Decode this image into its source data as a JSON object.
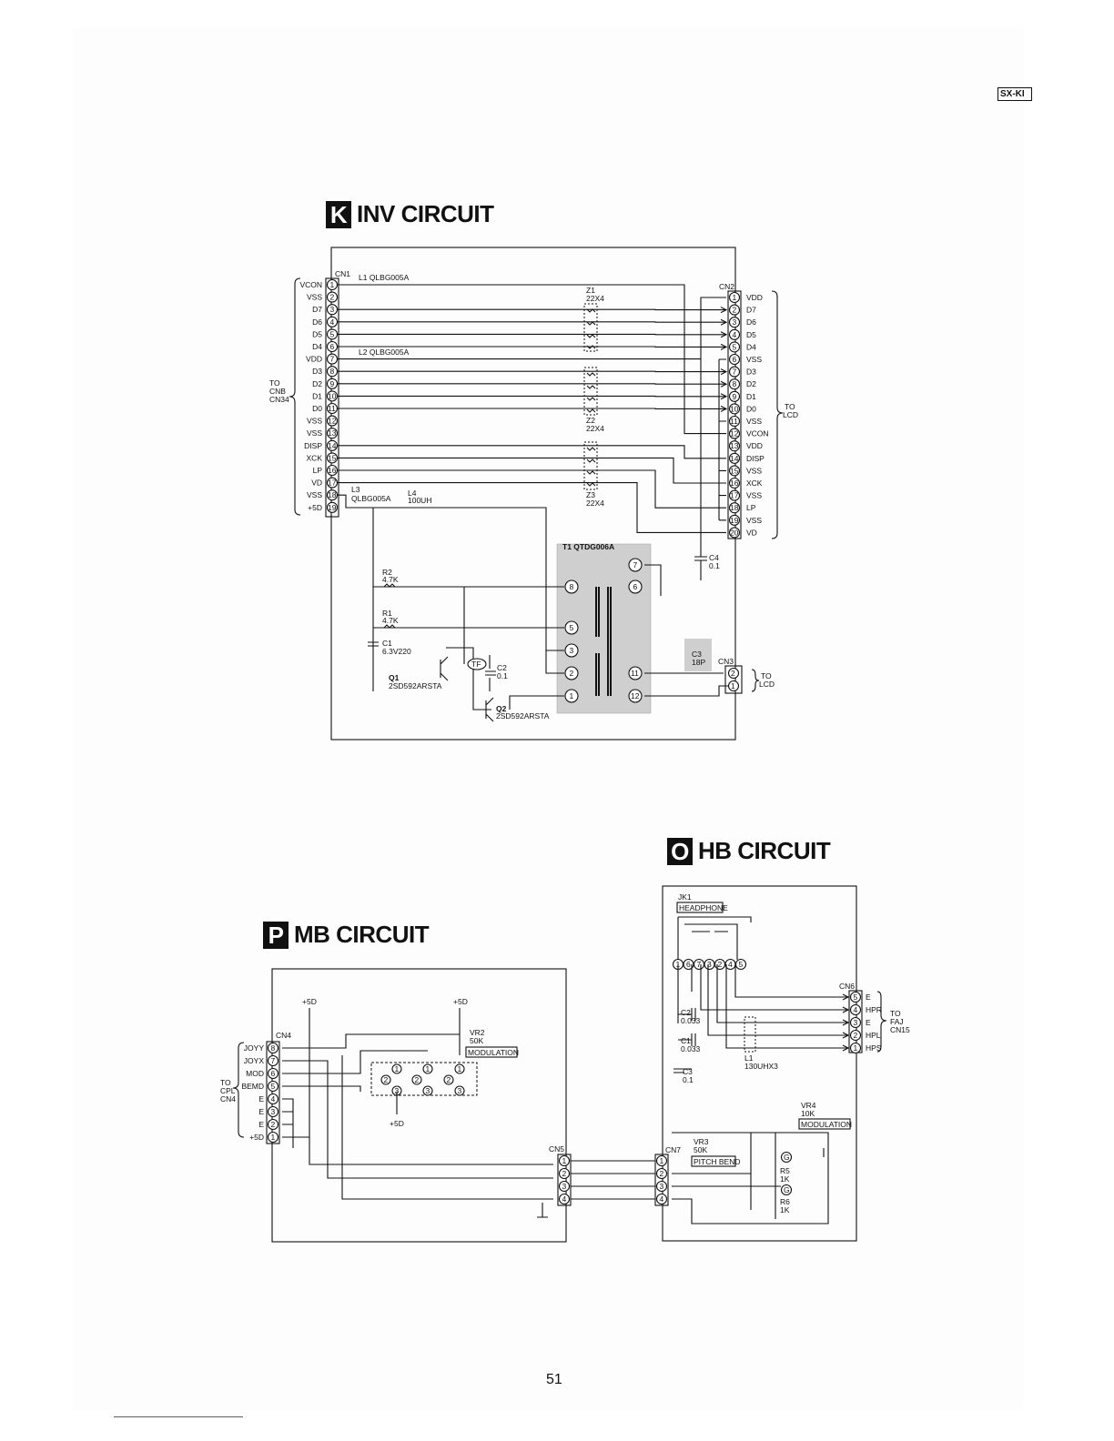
{
  "header": {
    "model": "SX-KI"
  },
  "inv": {
    "letter": "K",
    "title": "INV CIRCUIT",
    "cn1_label": "CN1",
    "cn2_label": "CN2",
    "cn3_label": "CN3",
    "cn1_pins": [
      "VCON",
      "VSS",
      "D7",
      "D6",
      "D5",
      "D4",
      "VDD",
      "D3",
      "D2",
      "D1",
      "D0",
      "VSS",
      "VSS",
      "DISP",
      "XCK",
      "LP",
      "VD",
      "VSS",
      "+5D"
    ],
    "cn2_pins": [
      "VDD",
      "D7",
      "D6",
      "D5",
      "D4",
      "VSS",
      "D3",
      "D2",
      "D1",
      "D0",
      "VSS",
      "VCON",
      "VDD",
      "DISP",
      "VSS",
      "XCK",
      "VSS",
      "LP",
      "VSS",
      "VD"
    ],
    "to_left": [
      "TO",
      "CNB",
      "CN34"
    ],
    "to_right": [
      "TO",
      "LCD"
    ],
    "to_cn3": [
      "TO",
      "LCD"
    ],
    "l1": "L1  QLBG005A",
    "l2": "L2  QLBG005A",
    "l3": [
      "L3",
      "QLBG005A"
    ],
    "l4": [
      "L4",
      "100UH"
    ],
    "z1": [
      "Z1",
      "22X4"
    ],
    "z2": [
      "Z2",
      "22X4"
    ],
    "z3": [
      "Z3",
      "22X4"
    ],
    "t1": "T1  QTDG006A",
    "r2": [
      "R2",
      "4.7K"
    ],
    "r1": [
      "R1",
      "4.7K"
    ],
    "c1": [
      "C1",
      "6.3V220"
    ],
    "c2": [
      "C2",
      "0.1"
    ],
    "c3": [
      "C3",
      "18P"
    ],
    "c4": [
      "C4",
      "0.1"
    ],
    "q1": [
      "Q1",
      "2SD592ARSTA"
    ],
    "q2": [
      "Q2",
      "2SD592ARSTA"
    ],
    "tf": "TF",
    "t1_pins": [
      "8",
      "5",
      "3",
      "2",
      "1",
      "7",
      "6",
      "11",
      "12"
    ]
  },
  "hb": {
    "letter": "O",
    "title": "HB CIRCUIT",
    "jk1": [
      "JK1",
      "HEADPHONE"
    ],
    "jack_pins": [
      "1",
      "6",
      "7",
      "3",
      "2",
      "4",
      "5"
    ],
    "cn6_label": "CN6",
    "cn6_pins": [
      {
        "num": "5",
        "label": "E"
      },
      {
        "num": "4",
        "label": "HPR"
      },
      {
        "num": "3",
        "label": "E"
      },
      {
        "num": "2",
        "label": "HPL"
      },
      {
        "num": "1",
        "label": "HPS"
      }
    ],
    "to_cn6": [
      "TO",
      "FAJ",
      "CN15"
    ],
    "c2": [
      "C2",
      "0.033"
    ],
    "c1": [
      "C1",
      "0.033"
    ],
    "c3": [
      "C3",
      "0.1"
    ],
    "l1": [
      "L1",
      "130UHX3"
    ],
    "vr4": [
      "VR4",
      "10K",
      "MODULATION"
    ],
    "vr3": [
      "VR3",
      "50K",
      "PITCH BEND"
    ],
    "r5": [
      "R5",
      "1K"
    ],
    "r6": [
      "R6",
      "1K"
    ],
    "g_mark": "G",
    "cn7_label": "CN7",
    "cn7_pins": [
      "1",
      "2",
      "3",
      "4"
    ]
  },
  "mb": {
    "letter": "P",
    "title": "MB CIRCUIT",
    "cn4_label": "CN4",
    "cn4_pins": [
      {
        "num": "8",
        "label": "JOYY"
      },
      {
        "num": "7",
        "label": "JOYX"
      },
      {
        "num": "6",
        "label": "MOD"
      },
      {
        "num": "5",
        "label": "BEMD"
      },
      {
        "num": "4",
        "label": "E"
      },
      {
        "num": "3",
        "label": "E"
      },
      {
        "num": "2",
        "label": "E"
      },
      {
        "num": "1",
        "label": "+5D"
      }
    ],
    "to_cn4": [
      "TO",
      "CPL",
      "CN4"
    ],
    "plus5d": "+5D",
    "vr2": [
      "VR2",
      "50K",
      "MODULATION"
    ],
    "cn5_label": "CN5",
    "cn5_pins": [
      "1",
      "2",
      "3",
      "4"
    ],
    "pot_pins": [
      "1",
      "2",
      "3"
    ]
  },
  "page": {
    "number": "51"
  }
}
